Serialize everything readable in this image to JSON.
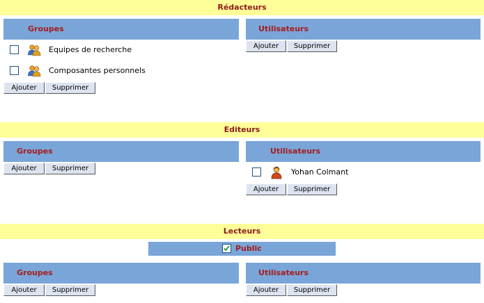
{
  "sections": [
    {
      "title": "Rédacteurs",
      "groups_header": "Groupes",
      "users_header": "Utilisateurs",
      "groups": [
        "Equipes de recherche",
        "Composantes personnels"
      ],
      "users": []
    },
    {
      "title": "Editeurs",
      "groups_header": "Groupes",
      "users_header": "Utilisateurs",
      "groups": [],
      "users": [
        "Yohan Colmant"
      ]
    },
    {
      "title": "Lecteurs",
      "groups_header": "Groupes",
      "users_header": "Utilisateurs",
      "groups": [],
      "users": [],
      "public_label": "Public",
      "public_checked": true
    }
  ],
  "buttons": {
    "add": "Ajouter",
    "remove": "Supprimer"
  },
  "icons": {
    "group": "group-icon",
    "user": "user-icon"
  },
  "colors": {
    "band": "#ffff99",
    "header": "#7aa5d8",
    "title_text": "#a51d1d"
  }
}
